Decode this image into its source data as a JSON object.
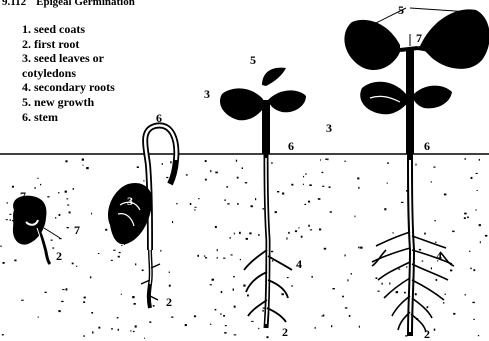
{
  "figure": {
    "number": "9.112",
    "title": "Epigeal Germination"
  },
  "legend": [
    "1. seed coats",
    "2. first root",
    "3. seed leaves or cotyledons",
    "4. secondary roots",
    "5. new growth",
    "6. stem"
  ],
  "callouts": {
    "s1_seven": "7",
    "s1_seven_b": "7",
    "s1_two": "2",
    "s2_six": "6",
    "s2_three": "3",
    "s2_two": "2",
    "s3_five": "5",
    "s3_three": "3",
    "s3_six": "6",
    "s3_four": "4",
    "s3_two": "2",
    "s4_five": "5",
    "s4_seven": "7",
    "s4_three": "3",
    "s4_six": "6",
    "s4_four": "4",
    "s4_two": "2"
  }
}
